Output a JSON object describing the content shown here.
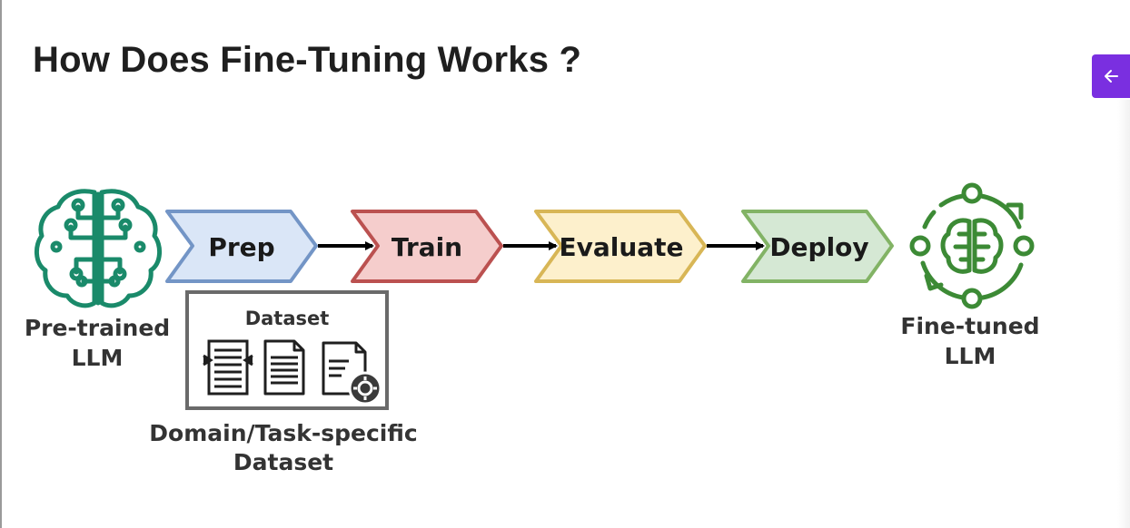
{
  "slide": {
    "title": "How Does Fine-Tuning Works ?"
  },
  "nav": {
    "back_icon": "arrow-left-icon",
    "accent_color": "#7a2fe0"
  },
  "diagram": {
    "source": {
      "icon": "brain-circuit-icon",
      "label_line1": "Pre-trained",
      "label_line2": "LLM",
      "color": "#1a8a6a"
    },
    "stages": [
      {
        "label": "Prep",
        "fill": "#dae6f7",
        "stroke": "#7395c6"
      },
      {
        "label": "Train",
        "fill": "#f5cdcc",
        "stroke": "#bb5150"
      },
      {
        "label": "Evaluate",
        "fill": "#fdf0cc",
        "stroke": "#d8b656"
      },
      {
        "label": "Deploy",
        "fill": "#d5e8d4",
        "stroke": "#82b365"
      }
    ],
    "dataset": {
      "box_title": "Dataset",
      "caption_line1": "Domain/Task-specific",
      "caption_line2": "Dataset",
      "icons": [
        "document-list-icon",
        "document-text-icon",
        "document-settings-icon"
      ]
    },
    "target": {
      "icon": "brain-cycle-icon",
      "label_line1": "Fine-tuned",
      "label_line2": "LLM",
      "color": "#3c8a35"
    }
  }
}
